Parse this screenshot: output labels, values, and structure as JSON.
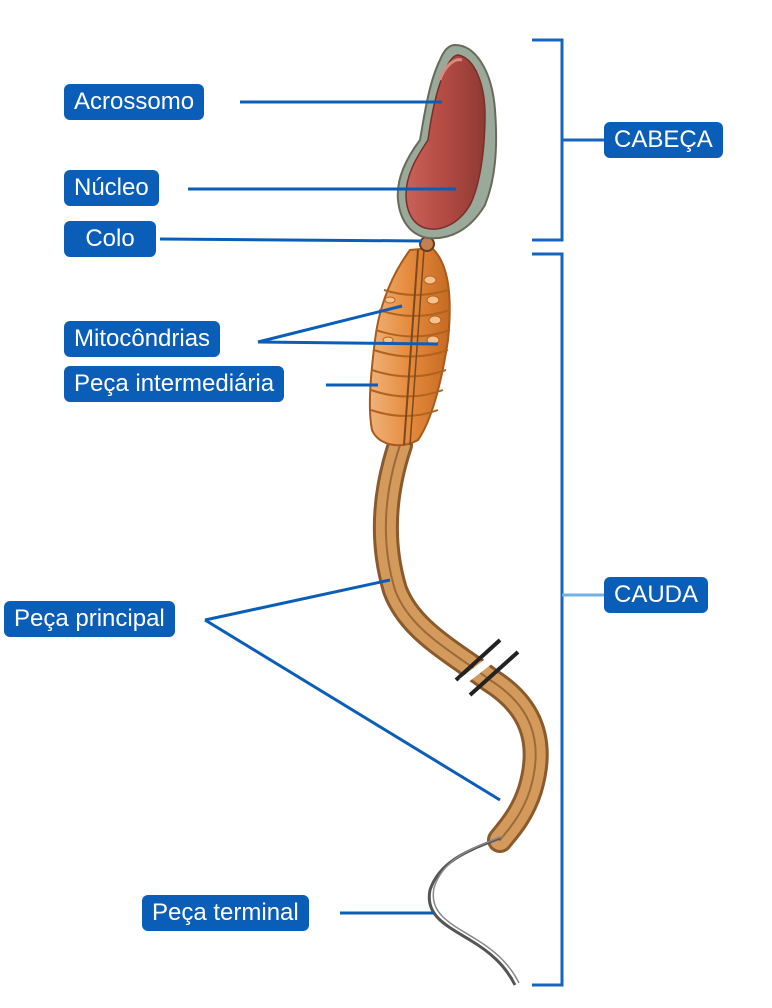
{
  "labels": {
    "acrossomo": "Acrossomo",
    "nucleo": "Núcleo",
    "colo": "Colo",
    "mitocondrias": "Mitocôndrias",
    "peca_intermediaria": "Peça intermediária",
    "peca_principal": "Peça principal",
    "peca_terminal": "Peça terminal",
    "cabeca": "CABEÇA",
    "cauda": "CAUDA"
  },
  "colors": {
    "label_bg": "#0b5eb8",
    "leader_line": "#0b5eb8",
    "bracket": "#1565c0",
    "cauda_tick": "#6fb1e6",
    "head_fill": "#b24a42",
    "acrosome_cap": "#9aaa9a",
    "midpiece": "#e58a3c",
    "tail": "#c98b4c",
    "end_piece": "#555555"
  }
}
